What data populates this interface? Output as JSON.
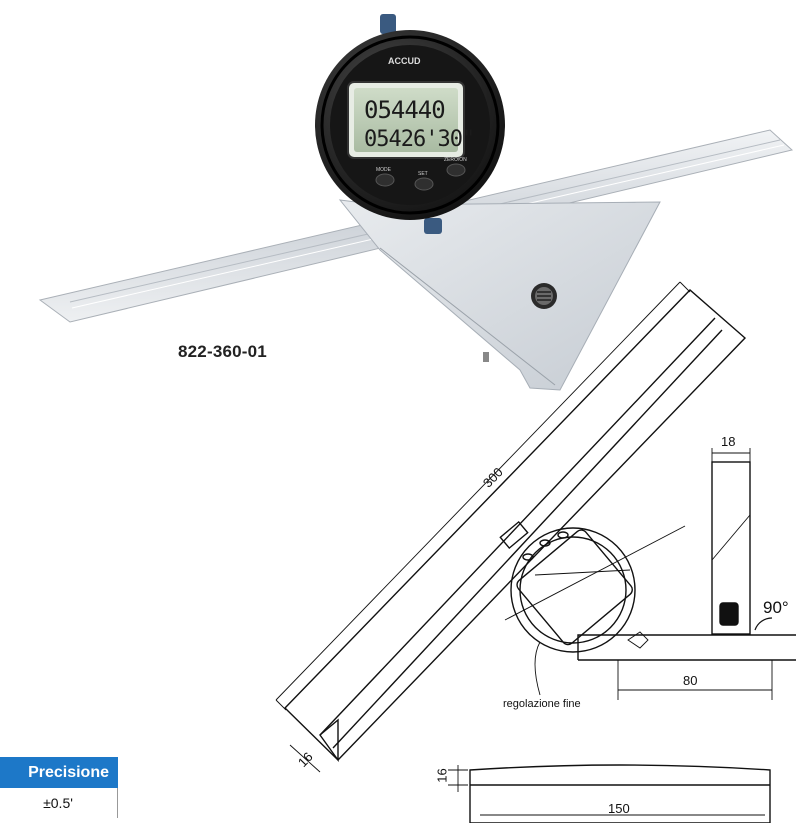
{
  "product": {
    "model_number": "822-360-01",
    "brand_logo": "ACCUD",
    "display_line1": "054440",
    "display_line2": "05426'30\"",
    "button_labels": [
      "MODE",
      "SET",
      "ZERO/ON"
    ]
  },
  "drawing": {
    "blade_length": "300",
    "blade_width": "16",
    "square_width": "18",
    "square_angle": "90°",
    "base_length": "80",
    "fine_adjust_label": "regolazione fine",
    "bottom_height": "16",
    "bottom_length": "150"
  },
  "spec_table": {
    "header": "Precisione",
    "value": "±0.5'"
  },
  "colors": {
    "accent_header": "#1d78c8",
    "steel": "#d9dde2",
    "lcd": "#b9c9b2"
  }
}
